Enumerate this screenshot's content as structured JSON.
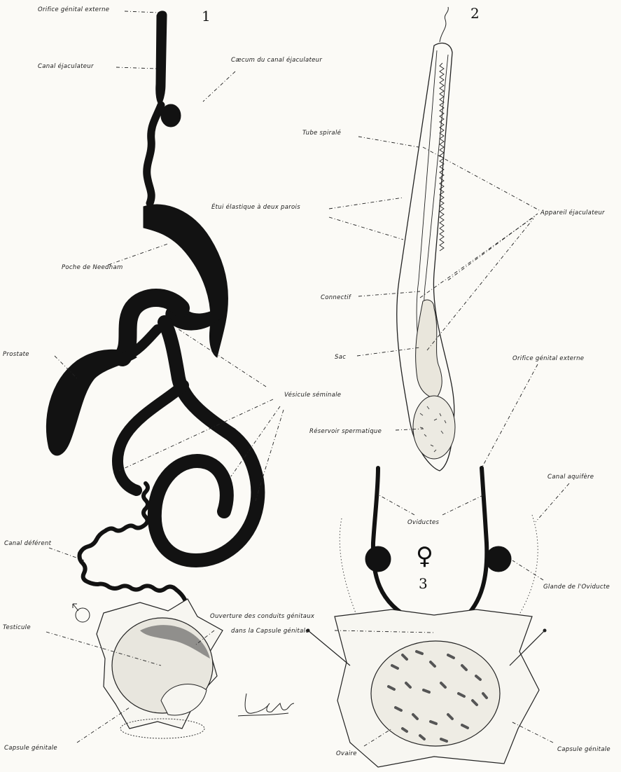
{
  "figures": {
    "fig1": {
      "number": "1",
      "symbol": "♂",
      "labels": {
        "orifice": "Orifice génital externe",
        "canal_ejac": "Canal éjaculateur",
        "caecum": "Cæcum du canal éjaculateur",
        "needham": "Poche de Needham",
        "prostate": "Prostate",
        "vesicule": "Vésicule séminale",
        "deferent": "Canal déférent",
        "ouverture_1": "Ouverture des conduits génitaux",
        "ouverture_2": "dans la Capsule génitale",
        "testicule": "Testicule",
        "capsule": "Capsule génitale"
      }
    },
    "fig2": {
      "number": "2",
      "labels": {
        "tube": "Tube spiralé",
        "etui": "Étui élastique à deux parois",
        "appareil": "Appareil éjaculateur",
        "connectif": "Connectif",
        "sac": "Sac",
        "reservoir": "Réservoir spermatique"
      }
    },
    "fig3": {
      "number": "3",
      "symbol": "♀",
      "labels": {
        "orifice": "Orifice génital externe",
        "canal_aquifere": "Canal aquifère",
        "oviductes": "Oviductes",
        "glande": "Glande de l'Oviducte",
        "ovaire": "Ovaire",
        "capsule": "Capsule génitale"
      }
    }
  },
  "signature": "L. Joubin"
}
